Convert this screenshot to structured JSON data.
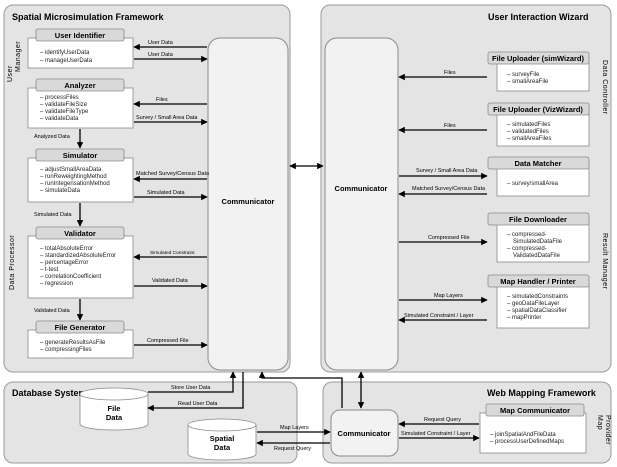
{
  "panels": {
    "spatial": {
      "title": "Spatial Microsimulation Framework"
    },
    "wizard": {
      "title": "User Interaction Wizard"
    },
    "database": {
      "title": "Database System"
    },
    "webmap": {
      "title": "Web Mapping Framework"
    }
  },
  "side_labels": {
    "user": "User",
    "manager": "Manager",
    "data_processor": "Data Processor",
    "data_controller": "Data Controller",
    "result_manager": "Result Manager",
    "map": "Map",
    "provider": "Provider"
  },
  "communicators": {
    "left": "Communicator",
    "right": "Communicator",
    "bottom": "Communicator"
  },
  "components": {
    "user_identifier": {
      "title": "User Identifier",
      "items": [
        "–  identifyUserData",
        "–  manageUserData"
      ]
    },
    "analyzer": {
      "title": "Analyzer",
      "items": [
        "–  processFiles",
        "–  validateFileSize",
        "–  validateFileType",
        "–  validateData"
      ]
    },
    "simulator": {
      "title": "Simulator",
      "items": [
        "–  adjustSmallAreaData",
        "–  runReweightingMethod",
        "–  runIntegerisationMethod",
        "–  simulateData"
      ]
    },
    "validator": {
      "title": "Validator",
      "items": [
        "–  totalAbsoluteError",
        "–  standardizedAbsoluteError",
        "–  percentageError",
        "–  t-test",
        "–  correlationCoefficient",
        "–  regression"
      ]
    },
    "file_generator": {
      "title": "File Generator",
      "items": [
        "–  generateResultsAsFile",
        "–  compressingFiles"
      ]
    },
    "file_uploader_sim": {
      "title": "File Uploader (simWizard)",
      "items": [
        "–  surveyFile",
        "–  smallAreaFile"
      ]
    },
    "file_uploader_viz": {
      "title": "File Uploader (VizWizard)",
      "items": [
        "–  simulatedFiles",
        "–  validatedFiles",
        "–  smallAreaFiles"
      ]
    },
    "data_matcher": {
      "title": "Data Matcher",
      "items": [
        "–  survey/smallArea"
      ]
    },
    "file_downloader": {
      "title": "File Downloader",
      "items": [
        "–  compressed-",
        "SimulatedDataFile",
        "–  compressed-",
        "ValidatedDataFile"
      ]
    },
    "map_handler": {
      "title": "Map Handler / Printer",
      "items": [
        "–  simulatedConstraints",
        "–  geoDataFileLayer",
        "–  spatialDataClassifier",
        "–  mapPrinter"
      ]
    },
    "map_communicator": {
      "title": "Map Communicator",
      "items": [
        "–  joinSpatialAndFileData",
        "–  processUserDefinedMaps"
      ]
    }
  },
  "databases": {
    "file_data_l1": "File",
    "file_data_l2": "Data",
    "spatial_data_l1": "Spatial",
    "spatial_data_l2": "Data"
  },
  "arrow_labels": {
    "user_data_1": "User Data",
    "user_data_2": "User Data",
    "files_left": "Files",
    "survey_small_left": "Survey / Small Area Data",
    "analyzed_data": "Analyzed Data",
    "matched_left": "Matched Survey/Census Data",
    "simulated_data": "Simulated Data",
    "simulated_data_down": "Simulated Data",
    "simulated_constraint": "Simulated Constraint",
    "validated_data": "Validated Data",
    "validated_data_down": "Validated Data",
    "compressed_left": "Compressed File",
    "files_right_1": "Files",
    "files_right_2": "Files",
    "survey_small_right": "Survey / Small Area Data",
    "matched_right": "Matched Survey/Census Data",
    "compressed_right": "Compressed File",
    "map_layers_right": "Map Layers",
    "sim_constraint_layer_right": "Simulated Constraint / Layer",
    "store_user_data": "Store User Data",
    "read_user_data": "Read User Data",
    "map_layers_bottom": "Map Layers",
    "request_query_bottom": "Request Query",
    "request_query_right": "Request Query",
    "sim_constraint_layer_bottom": "Simulated Constraint / Layer"
  }
}
